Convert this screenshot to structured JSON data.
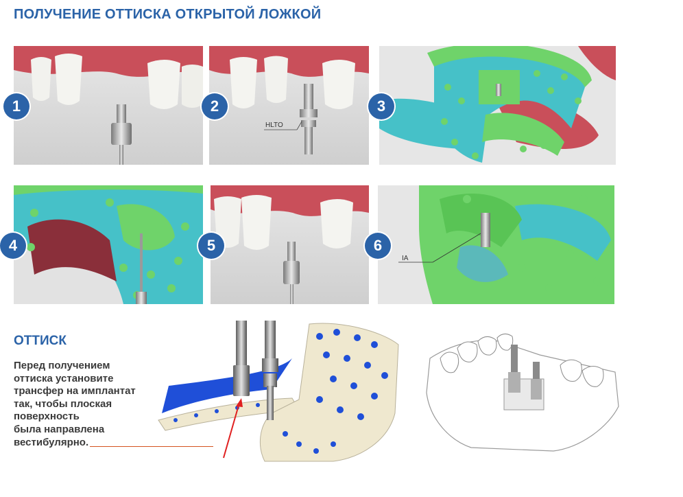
{
  "header": {
    "title": "ПОЛУЧЕНИЕ ОТТИСКА ОТКРЫТОЙ ЛОЖКОЙ"
  },
  "steps": [
    {
      "number": "1"
    },
    {
      "number": "2",
      "callout": "HLTO"
    },
    {
      "number": "3"
    },
    {
      "number": "4"
    },
    {
      "number": "5"
    },
    {
      "number": "6",
      "callout": "IA"
    }
  ],
  "impression": {
    "heading": "ОТТИСК",
    "lines": [
      "Перед получением",
      "оттиска установите",
      "трансфер на имплантат",
      "так, чтобы плоская",
      "поверхность",
      "была направлена",
      "вестибулярно."
    ]
  },
  "colors": {
    "accent": "#2b63a8",
    "gum": "#c94f5a",
    "tray_teal": "#46c1c8",
    "impression_green": "#6fd36a",
    "tray_beige": "#efe8cf",
    "impression_blue": "#1f4fd8",
    "arrow_red": "#e02020",
    "underline_orange": "#d4531f"
  },
  "icons": [
    "implant-transfer-illustration",
    "impression-tray-illustration",
    "jaw-model-illustration"
  ]
}
